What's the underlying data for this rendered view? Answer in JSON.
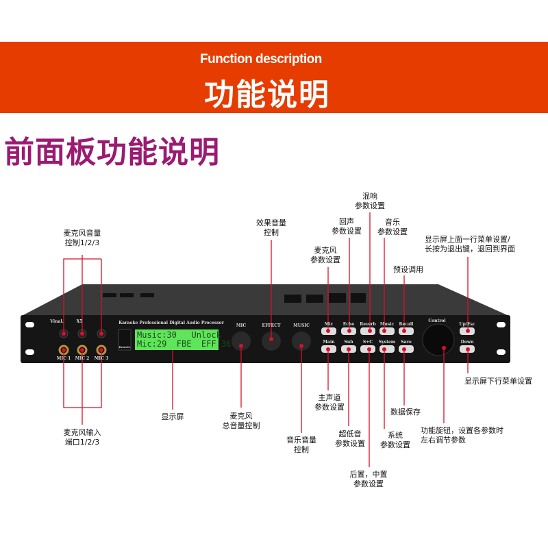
{
  "header": {
    "title_en": "Function description",
    "title_zh": "功能说明"
  },
  "section_title": "前面板功能说明",
  "device": {
    "brand": "Vinal.",
    "model": "X5",
    "tagline": "Karaoke Professional Digital Audio Processor",
    "remote_label": "Remote",
    "lcd": {
      "line1": "Music:30   Unlock",
      "line2": "Mic:29  FBE  EFF:36"
    },
    "knobs": [
      "MIC",
      "EFFECT",
      "MUSIC"
    ],
    "jacks": [
      "MIC 1",
      "MIC 2",
      "MIC 3"
    ],
    "buttons_top": [
      "Mic",
      "Echo",
      "Reverb",
      "Music",
      "Recall"
    ],
    "buttons_bottom": [
      "Main",
      "Sub",
      "S+C",
      "System",
      "Save"
    ],
    "control_label": "Control",
    "up_label": "Up/Esc",
    "down_label": "Down"
  },
  "annotations": {
    "mic_volume": "麦克风音量\n控制1/2/3",
    "mic_input": "麦克风输入\n端口1/2/3",
    "display": "显示屏",
    "mic_master": "麦克风\n总音量控制",
    "effect_volume": "效果音量\n控制",
    "music_volume": "音乐音量\n控制",
    "mic_params": "麦克风\n参数设置",
    "echo_params": "回声\n参数设置",
    "reverb_params": "混响\n参数设置",
    "music_params": "音乐\n参数设置",
    "preset_recall": "预设调用",
    "main_params": "主声道\n参数设置",
    "sub_params": "超低音\n参数设置",
    "sc_params": "后置，中置\n参数设置",
    "system_params": "系统\n参数设置",
    "save": "数据保存",
    "control_knob": "功能旋钮，设置各参数时\n左右调节参数",
    "up_esc": "显示屏上面一行菜单设置/\n长按为退出键，退回到界面",
    "down": "显示屏下行菜单设置"
  },
  "colors": {
    "band": "#e63c00",
    "title": "#9b1a72",
    "annotation_line": "#d8102a"
  }
}
